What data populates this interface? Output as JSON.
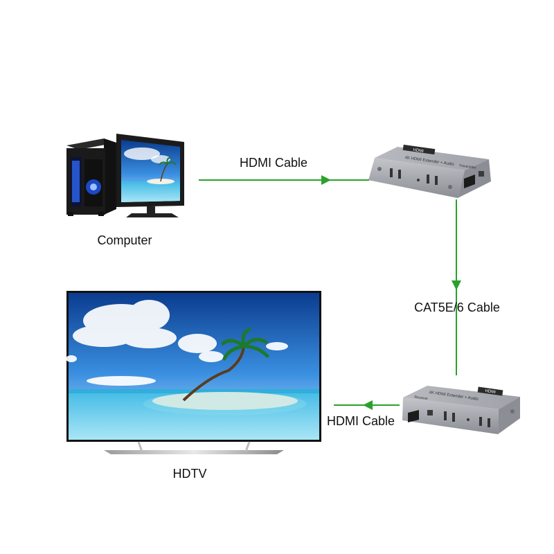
{
  "labels": {
    "computer": "Computer",
    "hdtv": "HDTV",
    "hdmi_cable_top": "HDMI Cable",
    "cat_cable": "CAT5E/6 Cable",
    "hdmi_cable_bottom": "HDMI Cable"
  },
  "devices": {
    "transmitter_brand": "HDMI",
    "transmitter_model": "4K HDMI Extender + Audio",
    "transmitter_role": "Transmitter",
    "receiver_brand": "HDMI",
    "receiver_model": "4K HDMI Extender + Audio",
    "receiver_role": "Receiver"
  },
  "colors": {
    "connector": "#2aa12a",
    "device_metal": "#9a9ca3",
    "monitor_frame": "#1b1b1b",
    "tower_accent": "#2f6bff"
  }
}
